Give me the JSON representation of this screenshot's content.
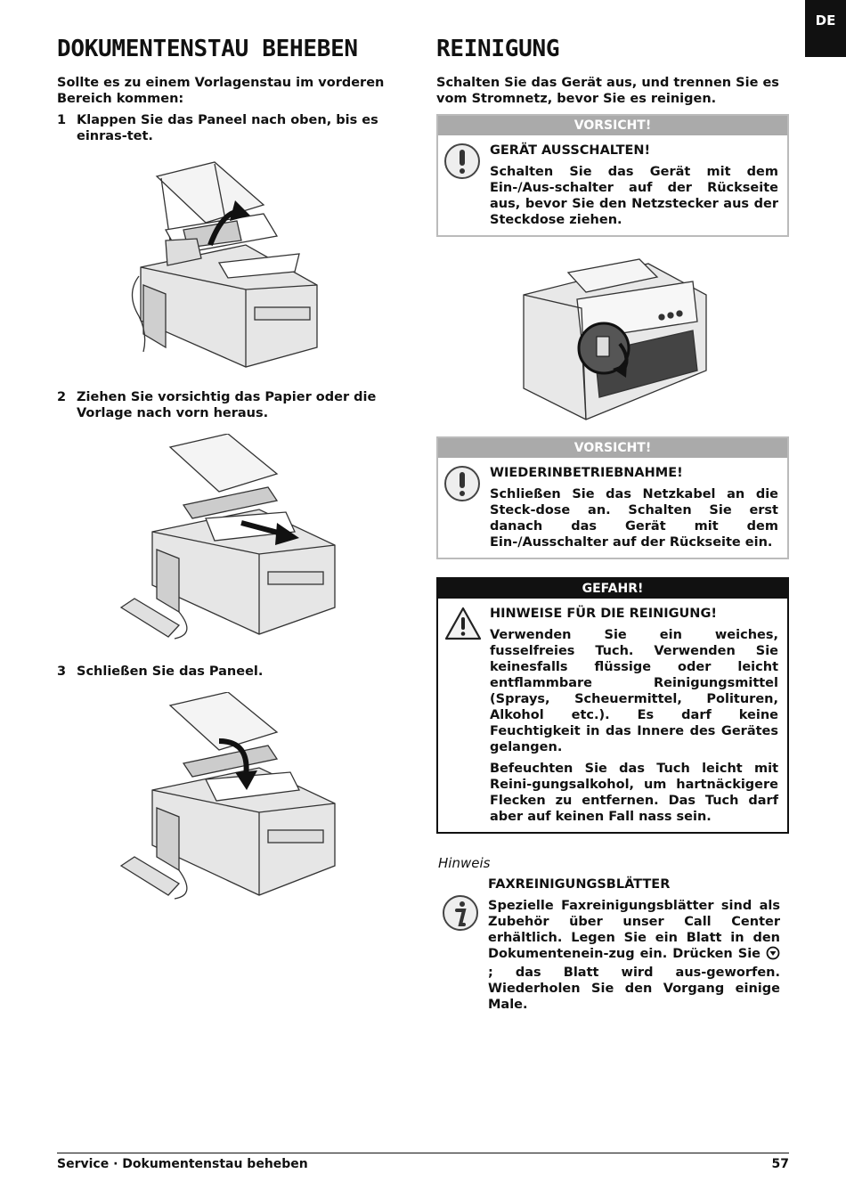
{
  "lang_tab": "DE",
  "left": {
    "heading": "DOKUMENTENSTAU BEHEBEN",
    "intro": "Sollte es zu einem Vorlagenstau im vorderen Bereich kommen:",
    "steps": [
      {
        "num": "1",
        "text": "Klappen Sie das Paneel nach oben, bis es einras-tet."
      },
      {
        "num": "2",
        "text": "Ziehen Sie vorsichtig das Papier oder die Vorlage nach vorn heraus."
      },
      {
        "num": "3",
        "text": "Schließen Sie das Paneel."
      }
    ]
  },
  "right": {
    "heading": "REINIGUNG",
    "intro": "Schalten Sie das Gerät aus, und trennen Sie es vom Stromnetz, bevor Sie es reinigen.",
    "caution1": {
      "label": "VORSICHT!",
      "title": "GERÄT AUSSCHALTEN!",
      "text": "Schalten Sie das Gerät mit dem Ein-/Aus-schalter auf der Rückseite aus, bevor Sie den Netzstecker aus der Steckdose ziehen."
    },
    "caution2": {
      "label": "VORSICHT!",
      "title": "WIEDERINBETRIEBNAHME!",
      "text_a": "Schließen Sie das Netzkabel an die Steck-dose an. Schalten Sie ",
      "text_b": "erst danach",
      "text_c": " das Gerät mit dem Ein-/Ausschalter auf der Rückseite ein."
    },
    "danger": {
      "label": "GEFAHR!",
      "title": "HINWEISE FÜR DIE REINIGUNG!",
      "p1": "Verwenden Sie ein weiches, fusselfreies Tuch. Verwenden Sie keinesfalls flüssige oder leicht entflammbare Reinigungsmittel (Sprays, Scheuermittel, Polituren, Alkohol etc.). Es darf keine Feuchtigkeit in das Innere des Gerätes gelangen.",
      "p2_a": "Befeuchten Sie das Tuch ",
      "p2_b": "leicht",
      "p2_c": " mit Reini-gungsalkohol, um hartnäckigere Flecken zu entfernen. Das Tuch darf aber ",
      "p2_d": "auf keinen Fall",
      "p2_e": " nass sein."
    },
    "note": {
      "label": "Hinweis",
      "title": "FAXREINIGUNGSBLÄTTER",
      "text_a": "Spezielle Faxreinigungsblätter sind als Zubehör über unser Call Center erhältlich. Legen Sie ein Blatt in den Dokumentenein-zug ein. Drücken Sie ",
      "text_b": "; das Blatt wird aus-geworfen. Wiederholen Sie den Vorgang einige Male."
    }
  },
  "footer": {
    "section": "Service · Dokumentenstau beheben",
    "page": "57"
  },
  "colors": {
    "caution_header": "#aaaaaa",
    "danger_header": "#111111"
  }
}
